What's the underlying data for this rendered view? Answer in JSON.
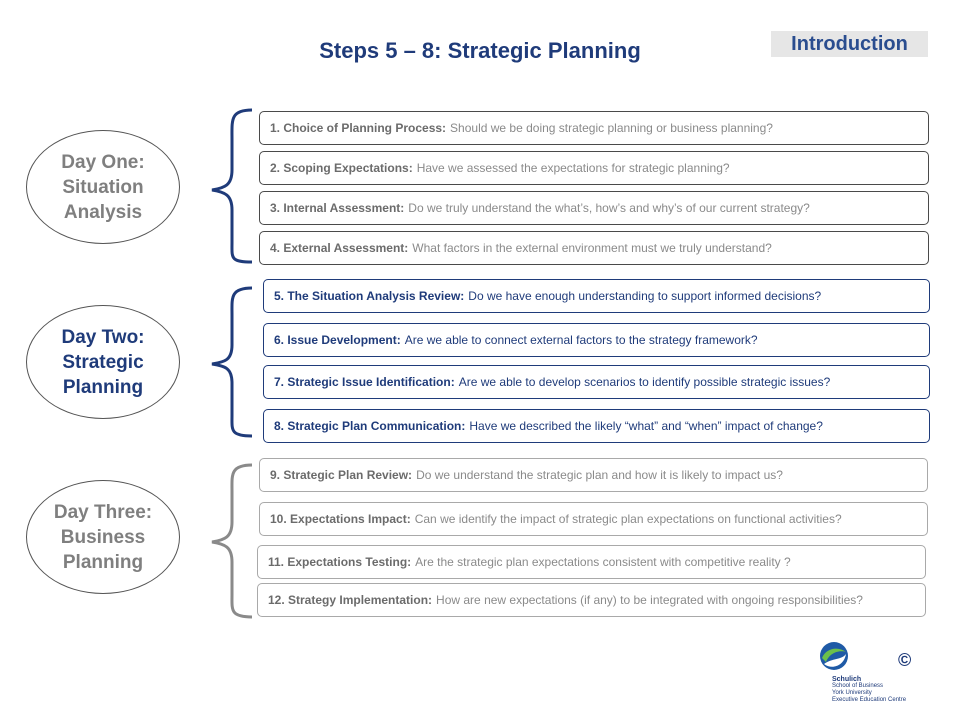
{
  "title": "Steps 5 – 8: Strategic Planning",
  "intro_tag": "Introduction",
  "days": [
    {
      "label": "Day One:\nSituation\nAnalysis"
    },
    {
      "label": "Day Two:\nStrategic\nPlanning"
    },
    {
      "label": "Day Three:\nBusiness\nPlanning"
    }
  ],
  "steps": [
    {
      "head": "1.  Choice of Planning Process:",
      "text": "Should we be doing strategic planning  or business planning?"
    },
    {
      "head": "2.  Scoping Expectations:",
      "text": "Have we assessed the expectations for strategic planning?"
    },
    {
      "head": "3.  Internal Assessment:",
      "text": "Do we truly understand the what’s, how’s and why’s of our current strategy?"
    },
    {
      "head": "4.  External Assessment:",
      "text": "What factors in the external environment must we truly understand?"
    },
    {
      "head": "5.  The Situation Analysis Review:",
      "text": "Do we have enough  understanding  to support informed decisions?"
    },
    {
      "head": "6.  Issue Development:",
      "text": "Are we able to connect external factors to the strategy framework?"
    },
    {
      "head": "7. Strategic Issue Identification:",
      "text": "Are we able to develop scenarios to identify possible strategic issues?"
    },
    {
      "head": "8. Strategic Plan Communication:",
      "text": "Have we described the likely  “what” and  “when”  impact of change?"
    },
    {
      "head": "9. Strategic Plan Review:",
      "text": "Do we understand  the strategic plan and how it is likely to impact us?"
    },
    {
      "head": "10. Expectations Impact:",
      "text": "Can we identify the impact of strategic plan expectations on functional activities?"
    },
    {
      "head": "11. Expectations Testing:",
      "text": "Are the strategic plan expectations consistent with competitive reality ?"
    },
    {
      "head": "12. Strategy Implementation:",
      "text": "How are new expectations (if any)  to be integrated with ongoing responsibilities?"
    }
  ],
  "logo": {
    "name": "Schulich",
    "line1": "School of Business",
    "line2": "York University",
    "line3": "Executive Education Centre"
  },
  "copyright_symbol": "©",
  "colors": {
    "accent_blue": "#1f3b7a",
    "muted_grey": "#7f7f7f"
  }
}
